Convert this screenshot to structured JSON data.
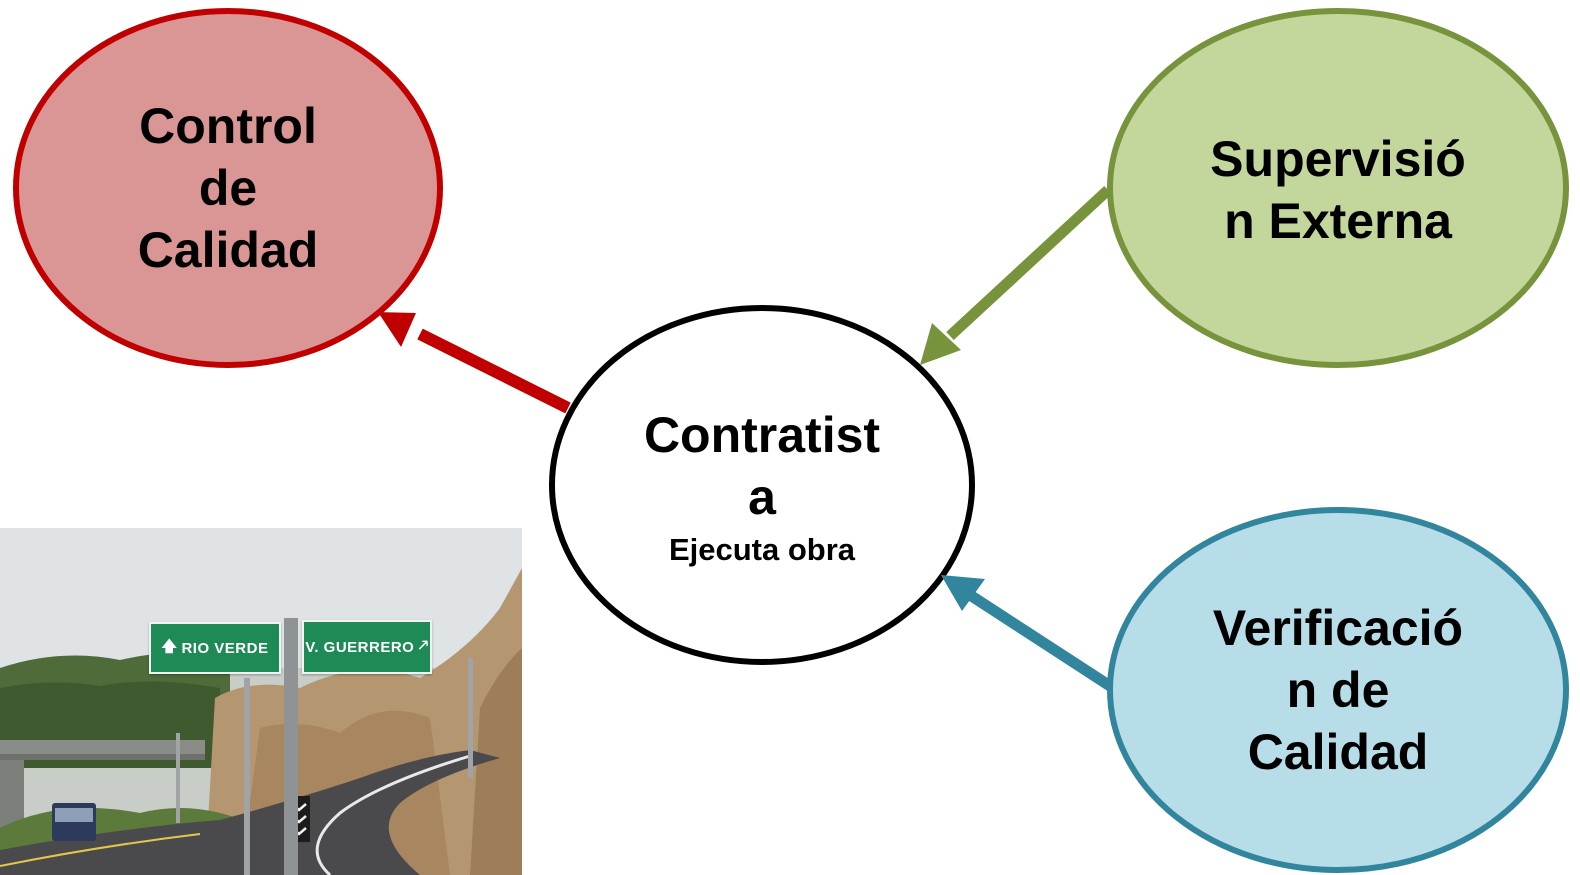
{
  "nodes": {
    "control": {
      "lines": [
        "Control",
        "de",
        "Calidad"
      ],
      "fill": "#da9694",
      "stroke": "#c00000"
    },
    "supervision": {
      "lines": [
        "Supervisió",
        "n Externa"
      ],
      "fill": "#c3d69b",
      "stroke": "#77933c"
    },
    "verificacion": {
      "lines": [
        "Verificació",
        "n de",
        "Calidad"
      ],
      "fill": "#b7dde8",
      "stroke": "#31859c"
    },
    "contratista": {
      "lines": [
        "Contratist",
        "a"
      ],
      "subtitle": "Ejecuta obra",
      "fill": "#ffffff",
      "stroke": "#000000"
    }
  },
  "photo": {
    "sign_left": "RIO VERDE",
    "sign_right": "V. GUERRERO"
  }
}
